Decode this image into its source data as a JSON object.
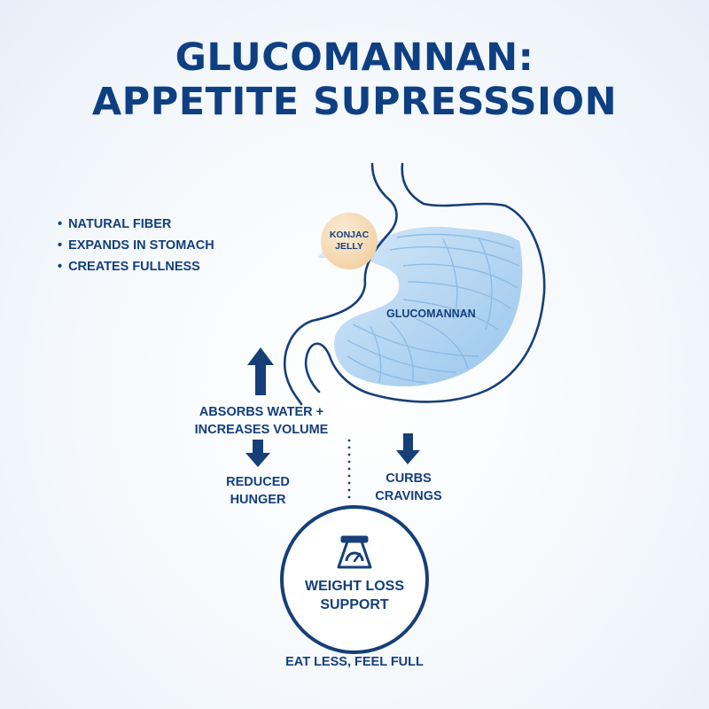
{
  "title": {
    "line1": "GLUCOMANNAN:",
    "line2": "APPETITE SUPRESSSION"
  },
  "bullets": [
    "NATURAL FIBER",
    "EXPANDS IN STOMACH",
    "CREATES FULLNESS"
  ],
  "konjac": {
    "line1": "KONJAC",
    "line2": "JELLY"
  },
  "glucomannan_label": "GLUCOMANNAN",
  "absorbs": {
    "line1": "ABSORBS WATER +",
    "line2": "INCREASES VOLUME"
  },
  "reduced": {
    "line1": "REDUCED",
    "line2": "HUNGER"
  },
  "curbs": {
    "line1": "CURBS",
    "line2": "CRAVINGS"
  },
  "weight": {
    "line1": "WEIGHT LOSS",
    "line2": "SUPPORT"
  },
  "footer": "EAT LESS, FEEL FULL",
  "colors": {
    "navy": "#163f78",
    "title": "#0e3f82",
    "gel": "#a9cff0",
    "bubble": "#f1d2a6"
  }
}
